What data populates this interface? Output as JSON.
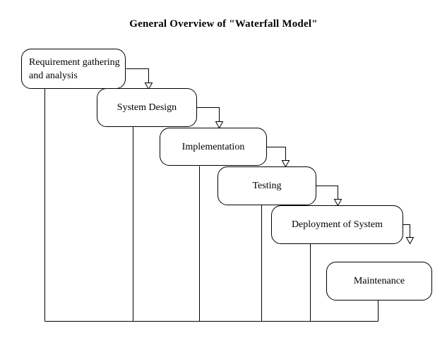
{
  "diagram": {
    "title": "General Overview of \"Waterfall Model\"",
    "type": "waterfall-model-flow",
    "stages": [
      {
        "id": "requirement-gathering-and-analysis",
        "label": "Requirement gathering\nand analysis",
        "order": 1,
        "align": "left"
      },
      {
        "id": "system-design",
        "label": "System Design",
        "order": 2,
        "align": "center"
      },
      {
        "id": "implementation",
        "label": "Implementation",
        "order": 3,
        "align": "center"
      },
      {
        "id": "testing",
        "label": "Testing",
        "order": 4,
        "align": "center"
      },
      {
        "id": "deployment-of-system",
        "label": "Deployment of System",
        "order": 5,
        "align": "center"
      },
      {
        "id": "maintenance",
        "label": "Maintenance",
        "order": 6,
        "align": "center"
      }
    ],
    "connector_count": 5,
    "arrow_style": "hollow-triangle-down",
    "colors": {
      "stroke": "#000000",
      "fill": "#ffffff",
      "text": "#000000",
      "background": "#ffffff"
    }
  }
}
